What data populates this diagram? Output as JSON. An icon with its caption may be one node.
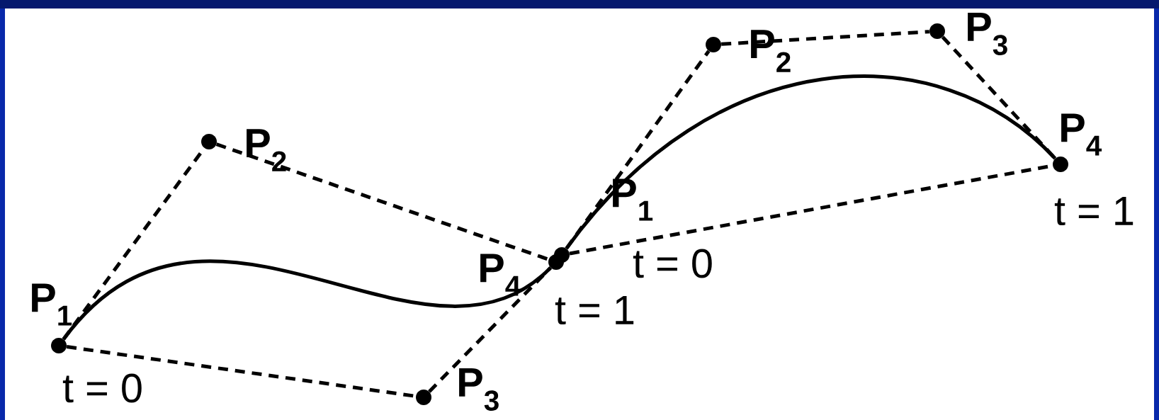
{
  "diagram": {
    "nodes": [
      {
        "text": [
          "P$_{1}$"
        ],
        "beside": [
          "t = 0"
        ]
      },
      {
        "text": [
          "P$_{2}$"
        ]
      },
      {
        "text": [
          "P$_{3}$"
        ]
      },
      {
        "text": [
          "P$_{4}$"
        ],
        "beside": [
          "t = 1"
        ]
      },
      {
        "text": [
          "P$_{1}$"
        ],
        "beside": [
          "t = 0"
        ]
      },
      {
        "text": [
          "P$_{2}$"
        ]
      },
      {
        "text": [
          "P$_{3}$"
        ]
      },
      {
        "text": [
          "P$_{4}$"
        ],
        "beside": [
          "t = 1"
        ]
      }
    ],
    "edges": [
      {
        "from": 0,
        "to": 1,
        "arrow": "none",
        "style": "dashed"
      },
      {
        "from": 1,
        "to": 3,
        "arrow": "none",
        "style": "dashed"
      },
      {
        "from": 0,
        "to": 2,
        "arrow": "none",
        "style": "dashed"
      },
      {
        "from": 2,
        "to": 3,
        "arrow": "none",
        "style": "dashed"
      },
      {
        "from": 0,
        "to": 3,
        "arrow": "none"
      },
      {
        "from": 4,
        "to": 5,
        "arrow": "none",
        "style": "dashed"
      },
      {
        "from": 5,
        "to": 6,
        "arrow": "none",
        "style": "dashed"
      },
      {
        "from": 6,
        "to": 7,
        "arrow": "none",
        "style": "dashed"
      },
      {
        "from": 4,
        "to": 7,
        "arrow": "none",
        "style": "dashed"
      },
      {
        "from": 4,
        "to": 7,
        "arrow": "none"
      }
    ]
  }
}
